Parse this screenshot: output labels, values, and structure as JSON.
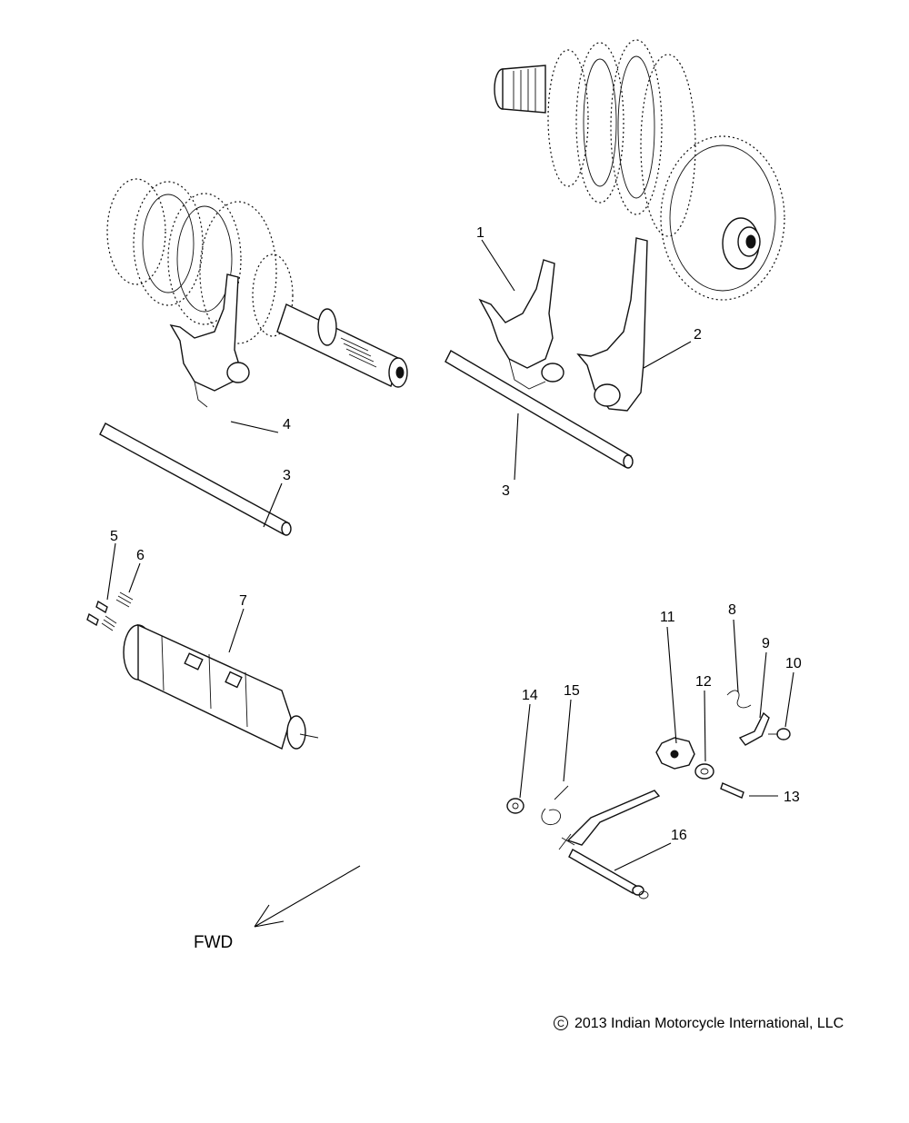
{
  "callouts": [
    {
      "id": "1",
      "label": "1"
    },
    {
      "id": "2",
      "label": "2"
    },
    {
      "id": "3a",
      "label": "3"
    },
    {
      "id": "3b",
      "label": "3"
    },
    {
      "id": "4",
      "label": "4"
    },
    {
      "id": "5",
      "label": "5"
    },
    {
      "id": "6",
      "label": "6"
    },
    {
      "id": "7",
      "label": "7"
    },
    {
      "id": "8",
      "label": "8"
    },
    {
      "id": "9",
      "label": "9"
    },
    {
      "id": "10",
      "label": "10"
    },
    {
      "id": "11",
      "label": "11"
    },
    {
      "id": "12",
      "label": "12"
    },
    {
      "id": "13",
      "label": "13"
    },
    {
      "id": "14",
      "label": "14"
    },
    {
      "id": "15",
      "label": "15"
    },
    {
      "id": "16",
      "label": "16"
    }
  ],
  "direction": {
    "label": "FWD"
  },
  "copyright": {
    "symbol": "C",
    "text": "2013 Indian Motorcycle International, LLC"
  }
}
